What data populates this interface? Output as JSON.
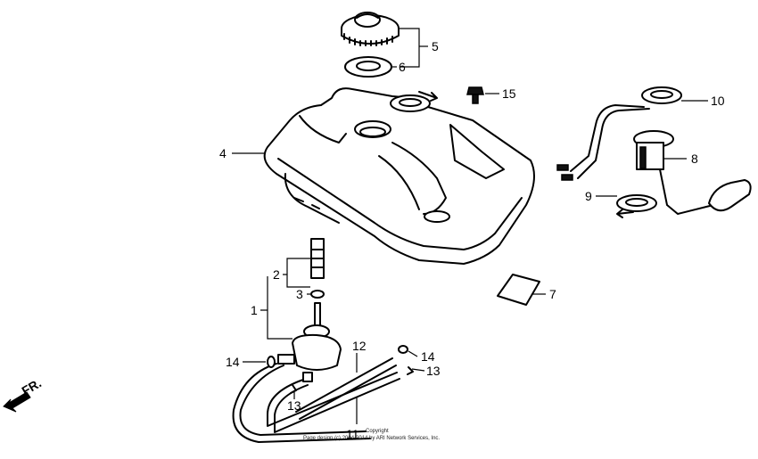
{
  "callouts": [
    {
      "id": "1",
      "text": "1"
    },
    {
      "id": "2",
      "text": "2"
    },
    {
      "id": "3",
      "text": "3"
    },
    {
      "id": "4",
      "text": "4"
    },
    {
      "id": "5",
      "text": "5"
    },
    {
      "id": "6",
      "text": "6"
    },
    {
      "id": "7",
      "text": "7"
    },
    {
      "id": "8",
      "text": "8"
    },
    {
      "id": "9",
      "text": "9"
    },
    {
      "id": "10",
      "text": "10"
    },
    {
      "id": "11",
      "text": "11"
    },
    {
      "id": "12",
      "text": "12"
    },
    {
      "id": "13a",
      "text": "13"
    },
    {
      "id": "13b",
      "text": "13"
    },
    {
      "id": "14a",
      "text": "14"
    },
    {
      "id": "14b",
      "text": "14"
    },
    {
      "id": "15",
      "text": "15"
    }
  ],
  "direction_marker": "FR.",
  "copyright": {
    "line1": "Copyright",
    "line2": "Page design (c) 2004-2014 by ARI Network Services, Inc."
  }
}
